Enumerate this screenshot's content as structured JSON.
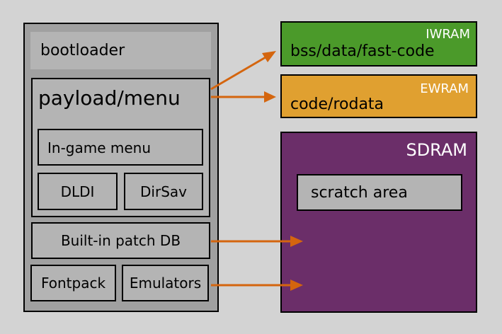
{
  "rom": {
    "bootloader": "bootloader",
    "payload_title": "payload/menu",
    "ingame_menu": "In-game menu",
    "dldi": "DLDI",
    "dirsav": "DirSav",
    "patch_db": "Built-in patch DB",
    "fontpack": "Fontpack",
    "emulators": "Emulators"
  },
  "memory": {
    "iwram": {
      "name": "IWRAM",
      "contents": "bss/data/fast-code",
      "color": "#4b9a2a"
    },
    "ewram": {
      "name": "EWRAM",
      "contents": "code/rodata",
      "color": "#e0a030"
    },
    "sdram": {
      "name": "SDRAM",
      "color": "#6b2e69",
      "scratch": "scratch area"
    }
  },
  "colors": {
    "background": "#d3d3d3",
    "rom_fill": "#a0a0a0",
    "inner_fill": "#b4b4b4",
    "arrow": "#d4650e"
  }
}
